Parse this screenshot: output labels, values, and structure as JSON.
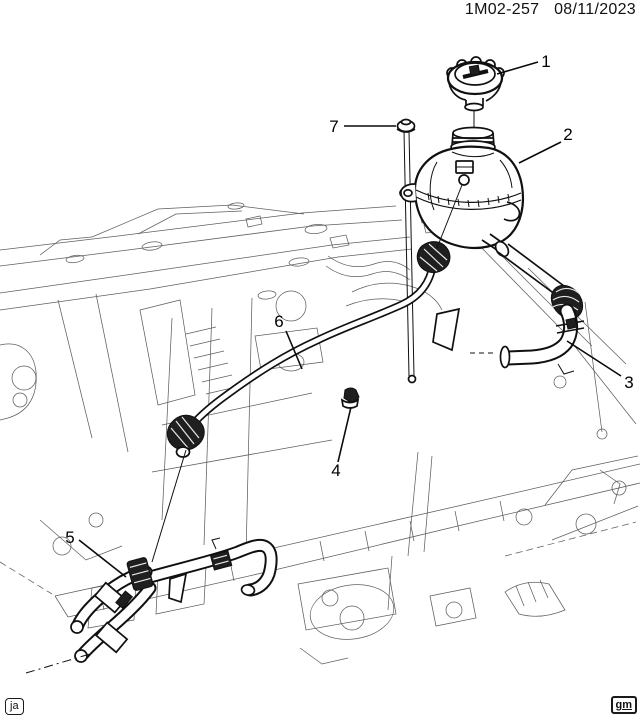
{
  "header": {
    "part_number": "1M02-257",
    "date": "08/11/2023"
  },
  "callouts": [
    {
      "label": "1"
    },
    {
      "label": "2"
    },
    {
      "label": "3"
    },
    {
      "label": "4"
    },
    {
      "label": "5"
    },
    {
      "label": "6"
    },
    {
      "label": "7"
    }
  ],
  "footer": {
    "left_code": "ja",
    "brand_mark": "gm"
  }
}
